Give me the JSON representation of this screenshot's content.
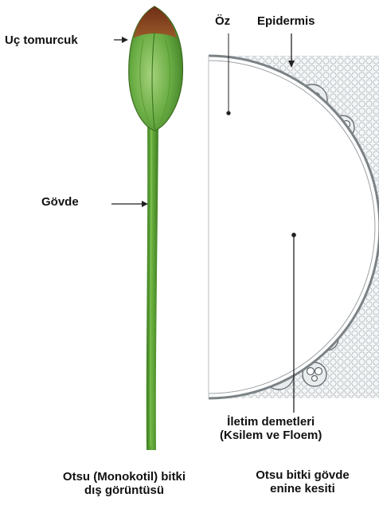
{
  "labels": {
    "bud": "Uç tomurcuk",
    "stem": "Gövde",
    "pith": "Öz",
    "epidermis": "Epidermis",
    "bundles_line1": "İletim demetleri",
    "bundles_line2": "(Ksilem ve Floem)"
  },
  "captions": {
    "left_line1": "Otsu (Monokotil) bitki",
    "left_line2": "dış görüntüsü",
    "right_line1": "Otsu bitki gövde",
    "right_line2": "enine kesiti"
  },
  "colors": {
    "stem": "#4f9a2e",
    "bud_green": "#6fb04a",
    "bud_tip": "#7a3b1c",
    "tissue_line": "#9aa1a6",
    "bundle_line": "#6b7278"
  }
}
